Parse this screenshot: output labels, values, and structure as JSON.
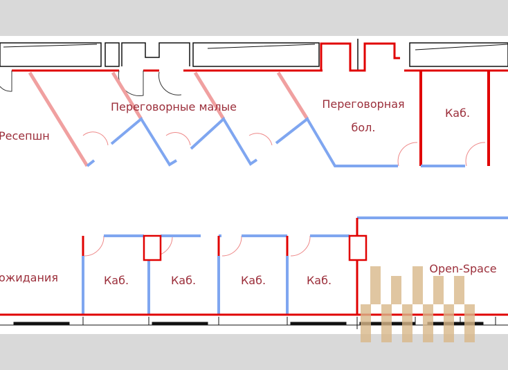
{
  "plan": {
    "rooms": {
      "reception": "Ресепшн",
      "small_meeting": "Переговорные малые",
      "big_meeting_line1": "Переговорная",
      "big_meeting_line2": "бол.",
      "office_top": "Каб.",
      "waiting": "ожидания",
      "office_1": "Каб.",
      "office_2": "Каб.",
      "office_3": "Каб.",
      "office_4": "Каб.",
      "open_space": "Open-Space"
    },
    "colors": {
      "background": "#d9d9d9",
      "paper": "#ffffff",
      "existing_wall": "#e00000",
      "new_partition": "#7fa6f0",
      "demolished_wall": "#f0a0a0",
      "label": "#9b2e3a",
      "watermark": "#d9b88a"
    }
  }
}
